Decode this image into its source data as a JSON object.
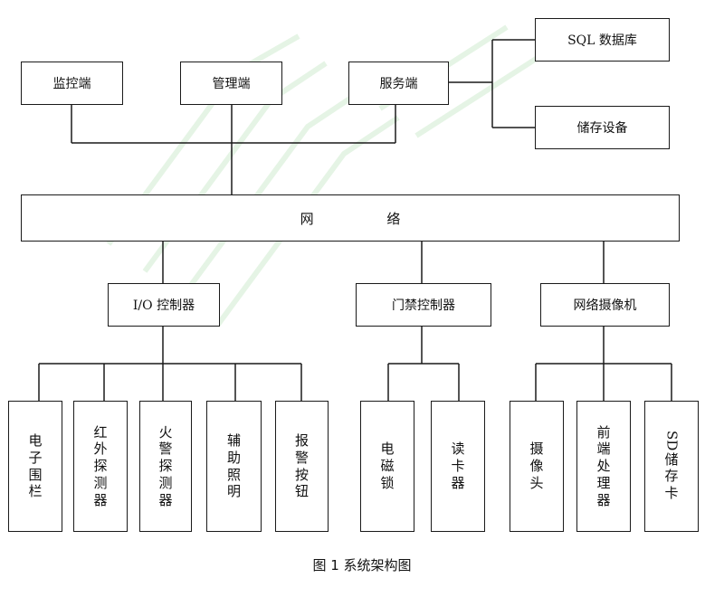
{
  "diagram": {
    "top": {
      "monitor": "监控端",
      "manage": "管理端",
      "service": "服务端",
      "sql": "SQL 数据库",
      "storage": "储存设备"
    },
    "network": "网 络",
    "controllers": {
      "io": "I/O 控制器",
      "door": "门禁控制器",
      "camera": "网络摄像机"
    },
    "devices": {
      "fence": "电子围栏",
      "infrared": "红外探测器",
      "fire": "火警探测器",
      "light": "辅助照明",
      "alarm": "报警按钮",
      "lock": "电磁锁",
      "reader": "读卡器",
      "cam": "摄像头",
      "front": "前端处理器",
      "sd_prefix": "SD",
      "sd_rest": "储存卡"
    },
    "caption": "图 1  系统架构图"
  }
}
